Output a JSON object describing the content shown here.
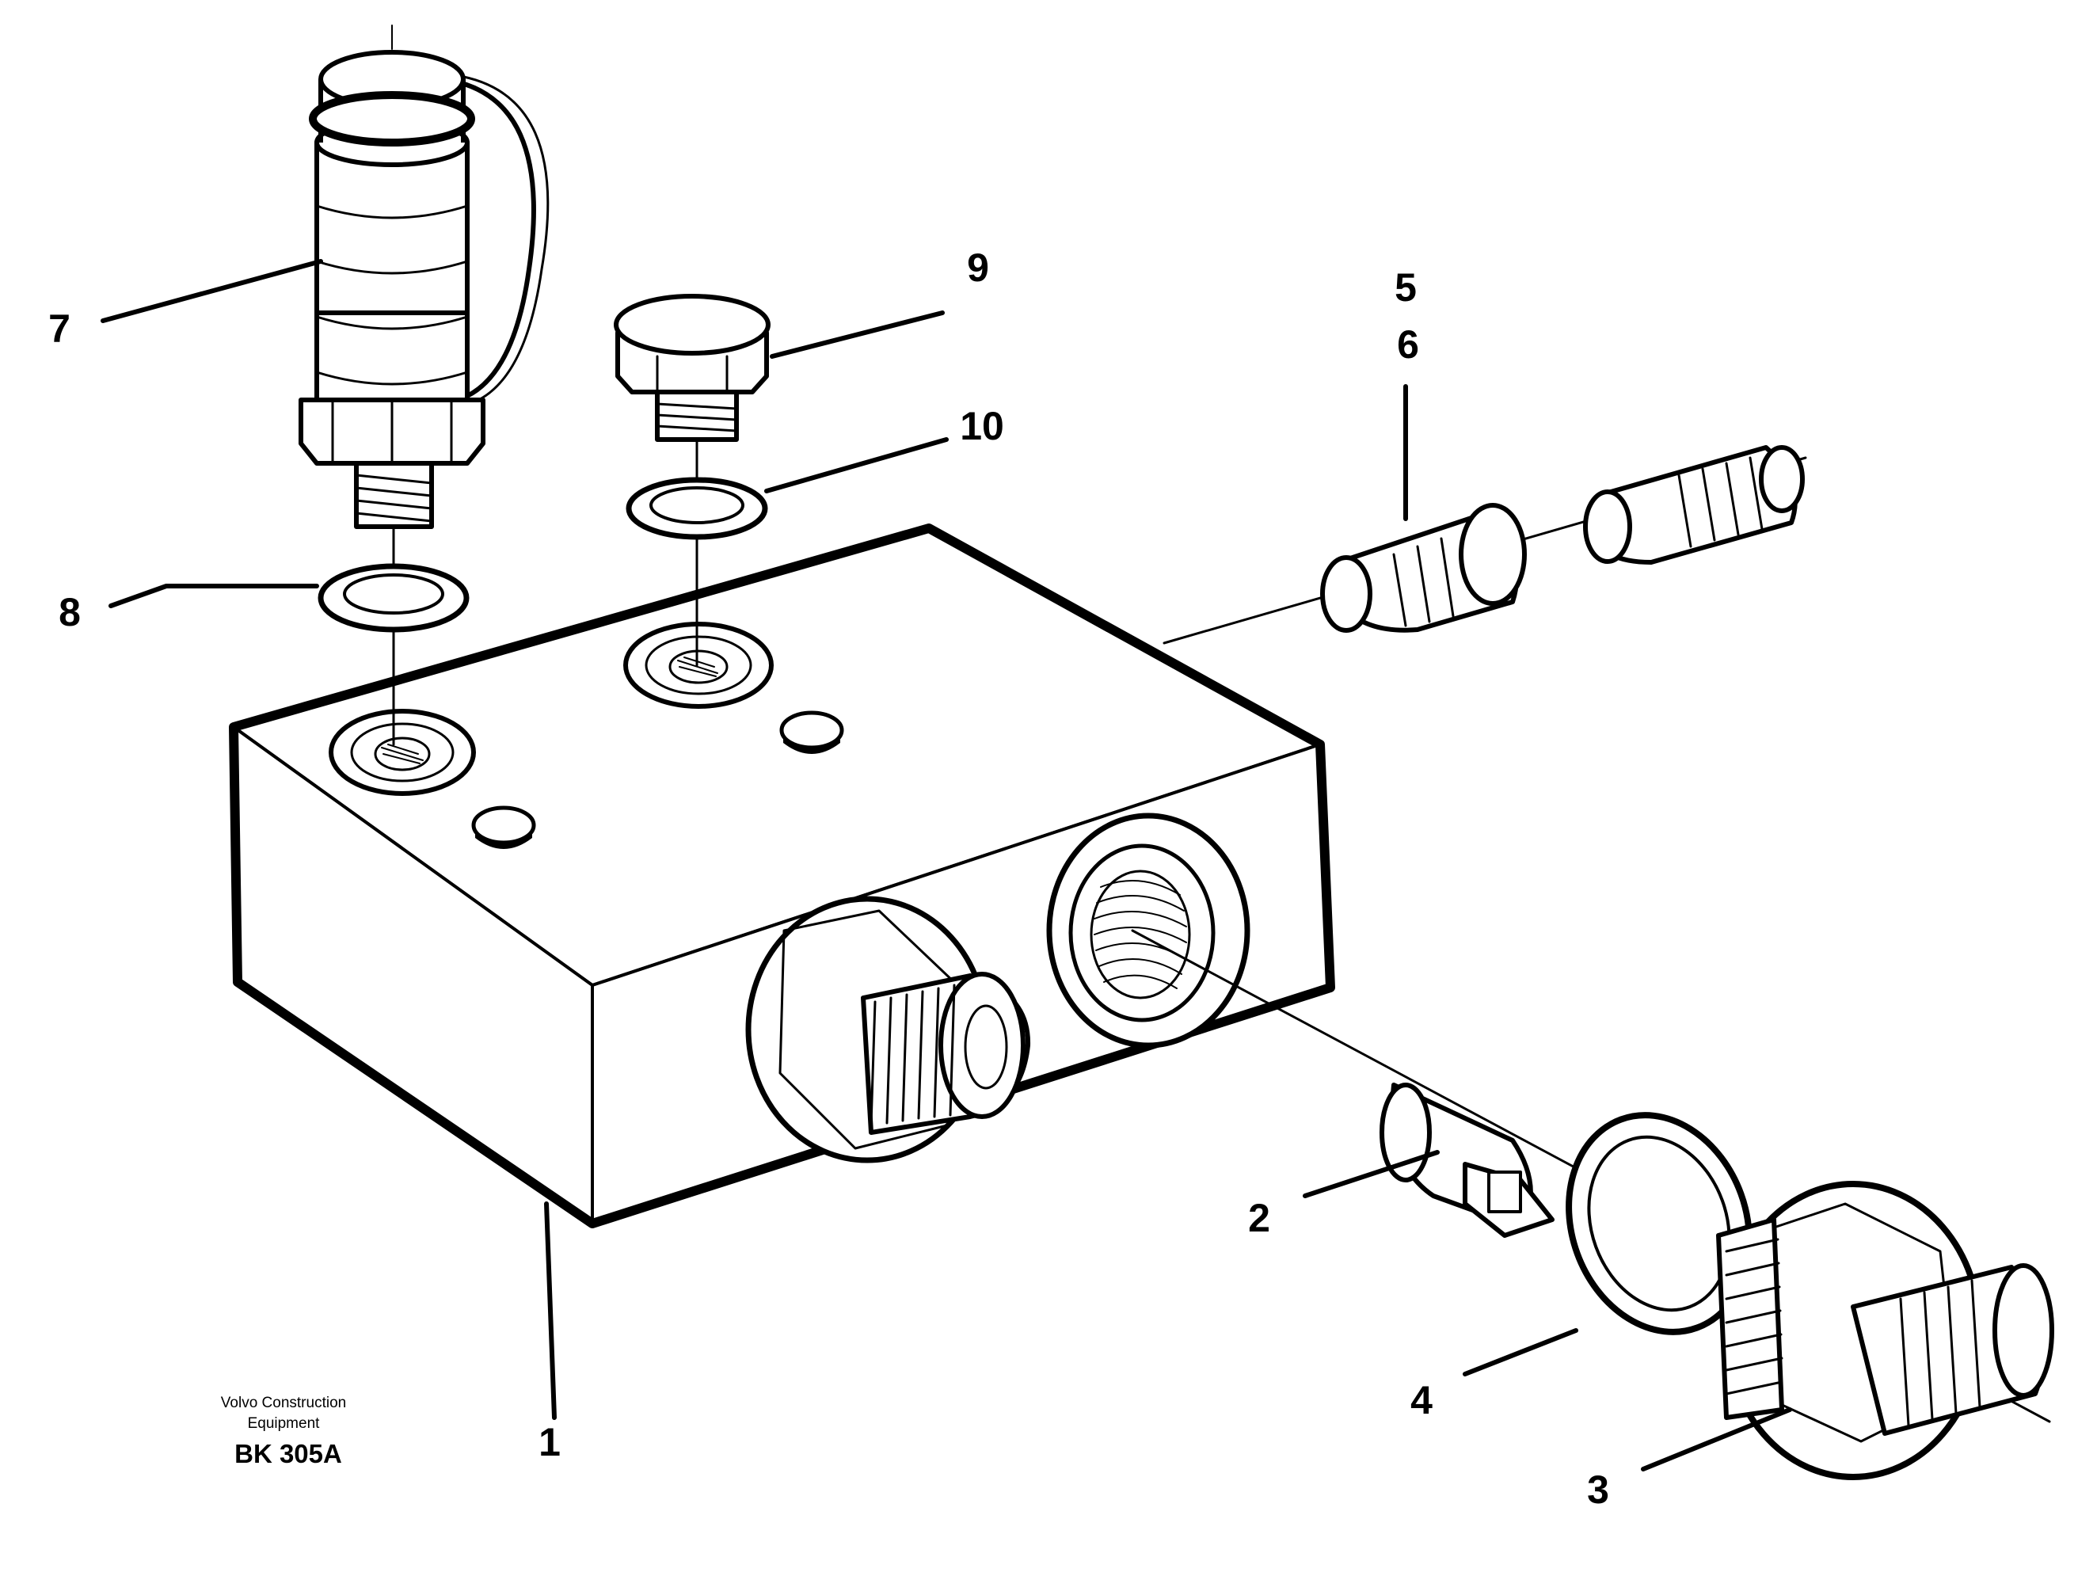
{
  "callouts": [
    {
      "id": "1",
      "text": "1"
    },
    {
      "id": "2",
      "text": "2"
    },
    {
      "id": "3",
      "text": "3"
    },
    {
      "id": "4",
      "text": "4"
    },
    {
      "id": "5",
      "text": "5"
    },
    {
      "id": "6",
      "text": "6"
    },
    {
      "id": "7",
      "text": "7"
    },
    {
      "id": "8",
      "text": "8"
    },
    {
      "id": "9",
      "text": "9"
    },
    {
      "id": "10",
      "text": "10"
    }
  ],
  "credit": {
    "line1": "Volvo Construction",
    "line2": "Equipment",
    "code": "BK 305A"
  },
  "icons": [
    "valve-block",
    "solenoid-valve",
    "plug",
    "sealing-ring",
    "check-valve",
    "nipple",
    "adapter",
    "o-ring"
  ]
}
